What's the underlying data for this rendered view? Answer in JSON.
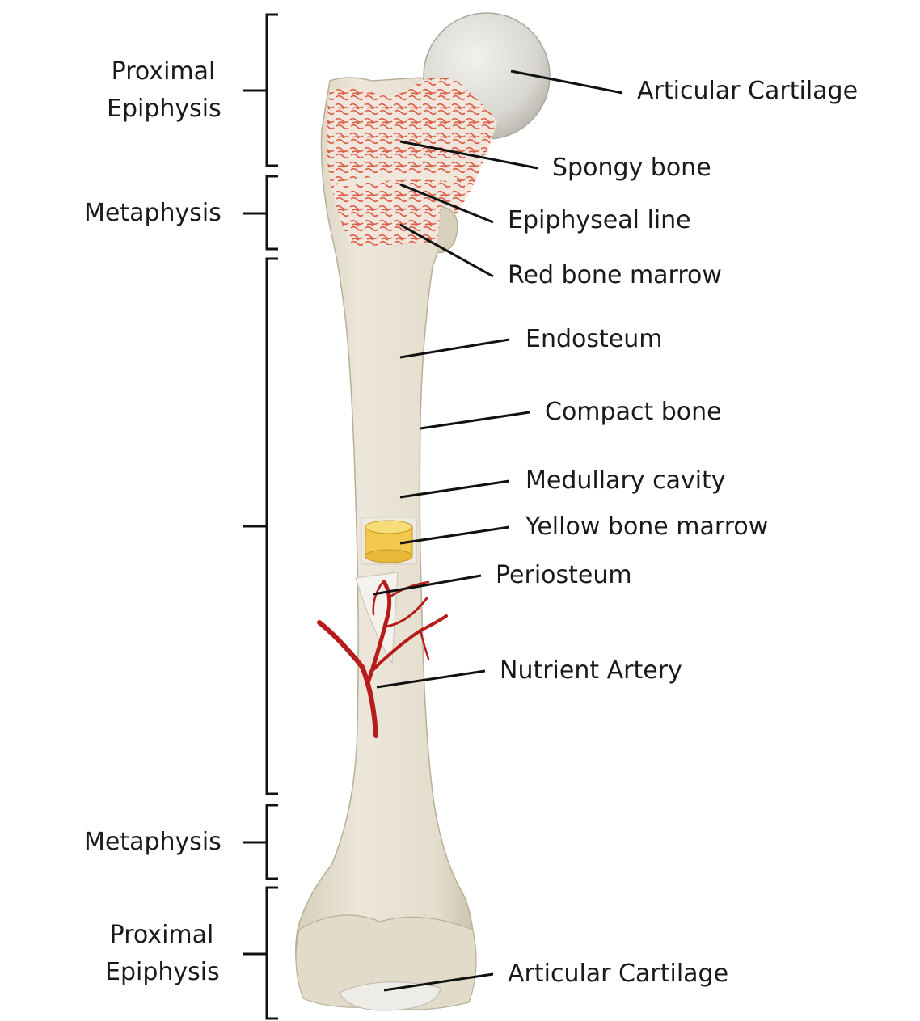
{
  "diagram": {
    "region_labels": {
      "proximal_epiphysis_top_line1": "Proximal",
      "proximal_epiphysis_top_line2": "Epiphysis",
      "metaphysis_top": "Metaphysis",
      "metaphysis_bottom": "Metaphysis",
      "proximal_epiphysis_bottom_line1": "Proximal",
      "proximal_epiphysis_bottom_line2": "Epiphysis"
    },
    "callouts": {
      "articular_cartilage_top": "Articular Cartilage",
      "spongy_bone": "Spongy bone",
      "epiphyseal_line": "Epiphyseal line",
      "red_bone_marrow": "Red bone marrow",
      "endosteum": "Endosteum",
      "compact_bone": "Compact bone",
      "medullary_cavity": "Medullary cavity",
      "yellow_bone_marrow": "Yellow bone marrow",
      "periosteum": "Periosteum",
      "nutrient_artery": "Nutrient Artery",
      "articular_cartilage_bottom": "Articular Cartilage"
    },
    "colors": {
      "bone": "#e6e0d0",
      "bone_shadow": "#c9c1ad",
      "cartilage": "#dedcd7",
      "spongy_red": "#d9583f",
      "yellow_marrow": "#f2c94c",
      "artery": "#b71c1c"
    }
  }
}
